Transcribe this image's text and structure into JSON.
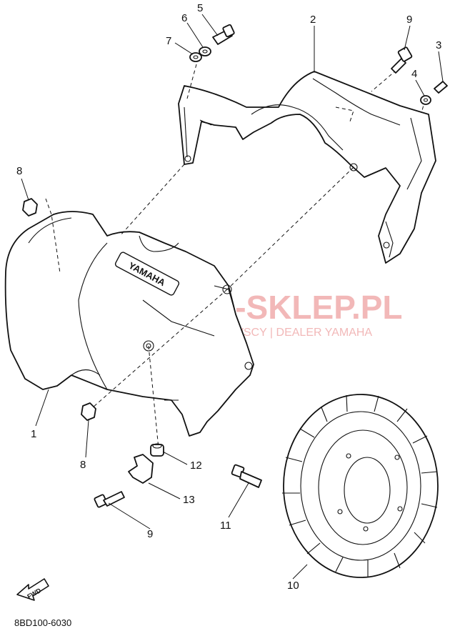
{
  "watermark": {
    "title": "YAMA-SKLEP.PL",
    "subtitle": "WOJCIECHOWSCY | DEALER YAMAHA",
    "color": "#f2b8b8"
  },
  "emboss_text": "YAMAHA",
  "fwd_text": "FWD",
  "diagram_code": "8BD100-6030",
  "callouts": {
    "c1": "1",
    "c2": "2",
    "c3": "3",
    "c4": "4",
    "c5": "5",
    "c6": "6",
    "c7": "7",
    "c8a": "8",
    "c8b": "8",
    "c9a": "9",
    "c9b": "9",
    "c10": "10",
    "c11": "11",
    "c12": "12",
    "c13": "13"
  }
}
